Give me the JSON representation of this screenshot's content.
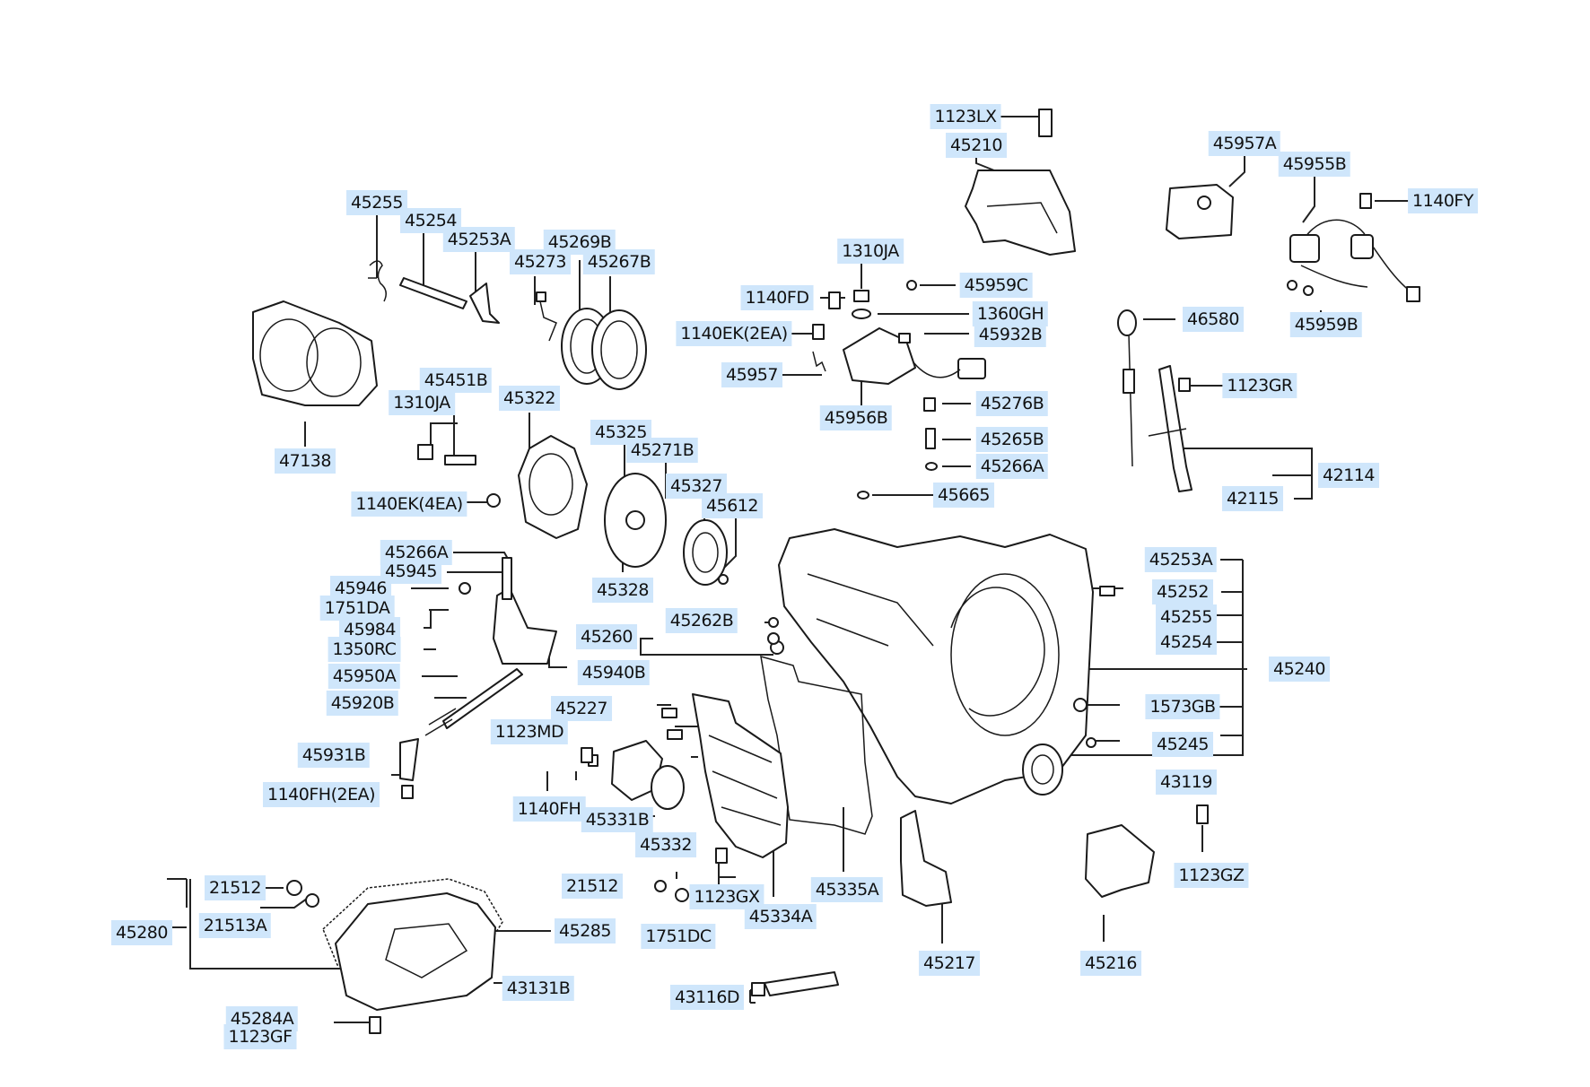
{
  "labels": {
    "l1123LX": "1123LX",
    "l45210": "45210",
    "l45957A": "45957A",
    "l45955B": "45955B",
    "l1140FY": "1140FY",
    "l45255a": "45255",
    "l45254a": "45254",
    "l45253A_top": "45253A",
    "l45269B": "45269B",
    "l45273": "45273",
    "l45267B": "45267B",
    "l1310JA_top": "1310JA",
    "l45959C": "45959C",
    "l1140FD": "1140FD",
    "l1360GH": "1360GH",
    "l45932B": "45932B",
    "l1140EK2": "1140EK(2EA)",
    "l46580": "46580",
    "l45959B": "45959B",
    "l45957": "45957",
    "l45956B": "45956B",
    "l1123GR": "1123GR",
    "l45276B": "45276B",
    "l45265B": "45265B",
    "l45266A_r": "45266A",
    "l42114": "42114",
    "l42115": "42115",
    "l45665": "45665",
    "l47138": "47138",
    "l45451B": "45451B",
    "l1310JA_l": "1310JA",
    "l45322": "45322",
    "l45325": "45325",
    "l45271B": "45271B",
    "l45327": "45327",
    "l45612": "45612",
    "l1140EK4": "1140EK(4EA)",
    "l45328": "45328",
    "l45266A_l": "45266A",
    "l45945": "45945",
    "l45946": "45946",
    "l1751DA": "1751DA",
    "l45984": "45984",
    "l1350RC": "1350RC",
    "l45950A": "45950A",
    "l45920B": "45920B",
    "l45940B": "45940B",
    "l45260": "45260",
    "l45262B": "45262B",
    "l45253A_r": "45253A",
    "l45252": "45252",
    "l45255b": "45255",
    "l45254b": "45254",
    "l45240": "45240",
    "l1573GB": "1573GB",
    "l45245": "45245",
    "l43119": "43119",
    "l45227": "45227",
    "l1123MD": "1123MD",
    "l45931B": "45931B",
    "l1140FH2": "1140FH(2EA)",
    "l1140FH": "1140FH",
    "l45331B": "45331B",
    "l45332": "45332",
    "l21512_r": "21512",
    "l1123GX": "1123GX",
    "l1751DC": "1751DC",
    "l45334A": "45334A",
    "l45335A": "45335A",
    "l45217": "45217",
    "l45216": "45216",
    "l1123GZ": "1123GZ",
    "l21512_l": "21512",
    "l21513A": "21513A",
    "l45280": "45280",
    "l45285": "45285",
    "l43131B": "43131B",
    "l43116D": "43116D",
    "l45284A": "45284A",
    "l1123GF": "1123GF"
  }
}
